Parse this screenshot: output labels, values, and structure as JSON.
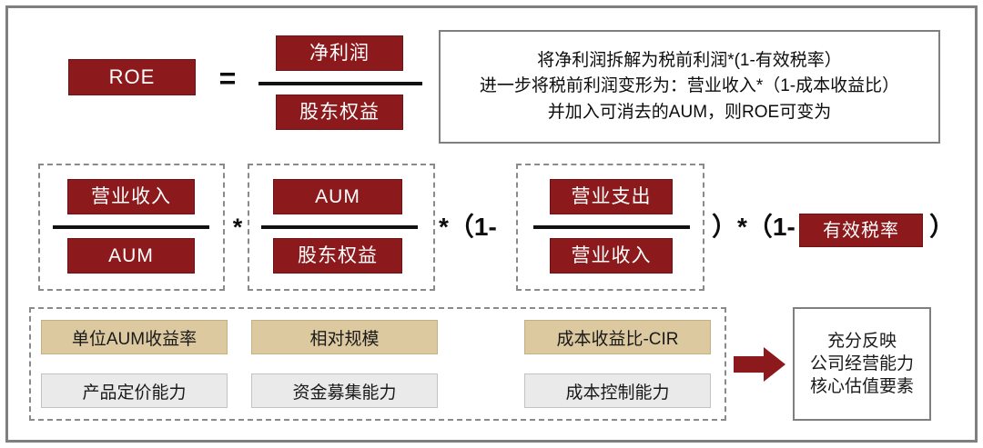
{
  "diagram": {
    "title_formula_row": {
      "lhs_label": "ROE",
      "equals": "=",
      "numerator": "净利润",
      "denominator": "股东权益"
    },
    "note": {
      "line1": "将净利润拆解为税前利润*(1-有效税率）",
      "line2": "进一步将税前利润变形为：营业收入*（1-成本收益比）",
      "line3": "并加入可消去的AUM，则ROE可变为"
    },
    "expansion_row": {
      "frac1": {
        "numerator": "营业收入",
        "denominator": "AUM"
      },
      "op1": "*",
      "frac2": {
        "numerator": "AUM",
        "denominator": "股东权益"
      },
      "op2": "*（1-",
      "frac3": {
        "numerator": "营业支出",
        "denominator": "营业收入"
      },
      "op3": "）*（1-",
      "tax_box": "有效税率",
      "op4": "）"
    },
    "drivers": [
      {
        "metric": "单位AUM收益率",
        "capability": "产品定价能力"
      },
      {
        "metric": "相对规模",
        "capability": "资金募集能力"
      },
      {
        "metric": "成本收益比-CIR",
        "capability": "成本控制能力"
      }
    ],
    "conclusion": {
      "line1": "充分反映",
      "line2": "公司经营能力",
      "line3": "核心估值要素"
    },
    "colors": {
      "accent_red": "#8C1A1C",
      "metric_tan": "#DCC9A0",
      "capability_gray": "#EAEAEA",
      "frame_gray": "#7f7f7f",
      "dash_gray": "#8a8a8a"
    }
  }
}
